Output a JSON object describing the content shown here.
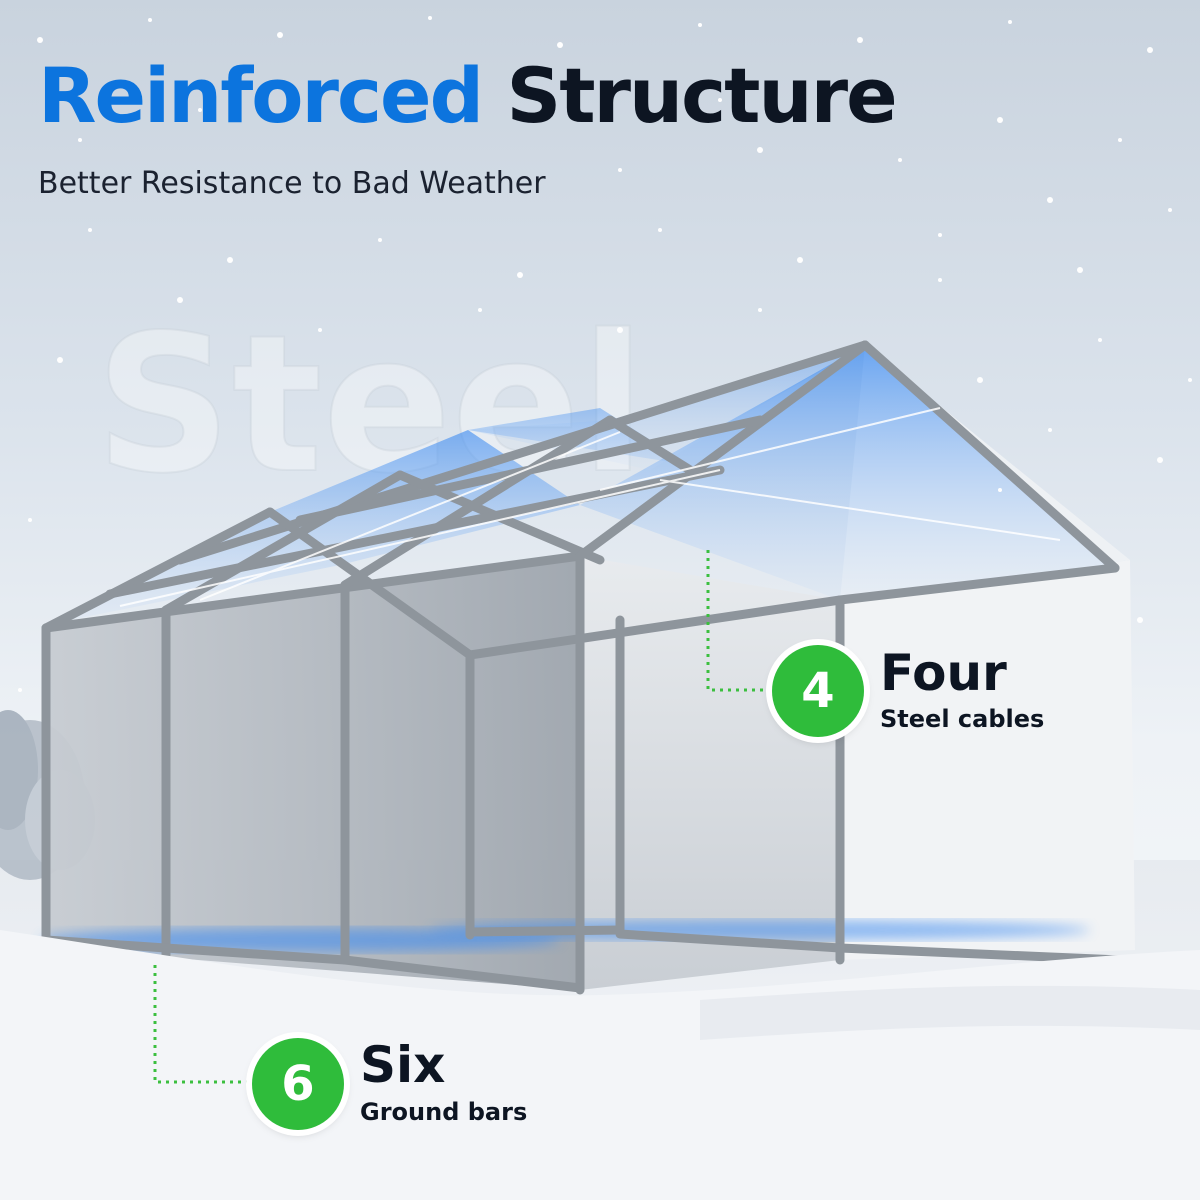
{
  "headline": {
    "word_blue": "Reinforced",
    "word_dark": "Structure"
  },
  "subtitle": "Better Resistance to Bad Weather",
  "watermark": "Steel",
  "callouts": [
    {
      "number": "4",
      "title": "Four",
      "subtitle": "Steel cables"
    },
    {
      "number": "6",
      "title": "Six",
      "subtitle": "Ground bars"
    }
  ],
  "colors": {
    "headline_blue": "#0c74de",
    "headline_dark": "#0d1522",
    "badge_green": "#2fbc3b",
    "highlight_blue": "#3f8cf0",
    "frame_gray": "#8e959c",
    "leader_green": "#3bbf3f"
  },
  "icons": [
    "snowflake-icon"
  ]
}
